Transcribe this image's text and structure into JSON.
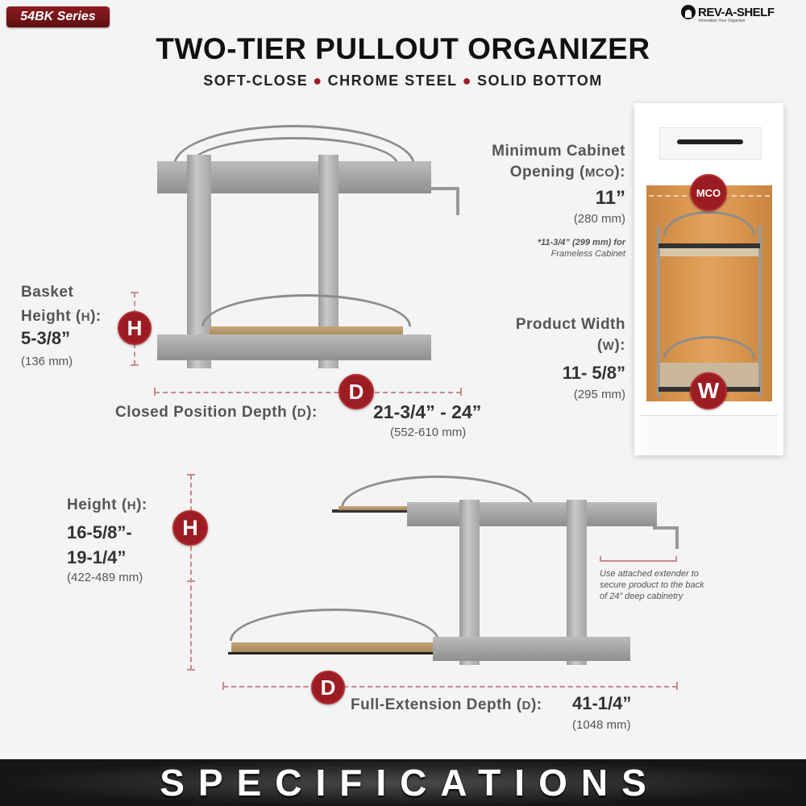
{
  "header": {
    "series_badge": "54BK Series",
    "brand": "REV-A-SHELF",
    "brand_tagline": "Innovation Your Organizer",
    "title": "TWO-TIER PULLOUT ORGANIZER",
    "features": [
      "SOFT-CLOSE",
      "CHROME STEEL",
      "SOLID BOTTOM"
    ]
  },
  "specs": {
    "basket_height": {
      "label_line1": "Basket",
      "label_line2": "Height (",
      "code": "H",
      "label_end": "):",
      "value": "5-3/8”",
      "metric": "(136 mm)"
    },
    "closed_depth": {
      "label": "Closed Position Depth (",
      "code": "D",
      "label_end": "):",
      "value": "21-3/4” - 24”",
      "metric": "(552-610 mm)"
    },
    "mco": {
      "label_line1": "Minimum Cabinet",
      "label_line2": "Opening (",
      "code": "MCO",
      "label_end": "):",
      "value": "11”",
      "metric": "(280 mm)",
      "note_line1": "*11-3/4” (299 mm) for",
      "note_line2": "Frameless Cabinet"
    },
    "product_width": {
      "label_line1": "Product Width",
      "label_line2": "(",
      "code": "W",
      "label_end": "):",
      "value": "11- 5/8”",
      "metric": "(295 mm)"
    },
    "height": {
      "label": "Height (",
      "code": "H",
      "label_end": "):",
      "value_line1": "16-5/8”-",
      "value_line2": "19-1/4”",
      "metric": "(422-489 mm)"
    },
    "extension_depth": {
      "label": "Full-Extension Depth (",
      "code": "D",
      "label_end": "):",
      "value": "41-1/4”",
      "metric": "(1048 mm)"
    },
    "extender_note": [
      "Use attached extender to",
      "secure product to the back",
      "of 24” deep cabinetry"
    ]
  },
  "markers": {
    "h": "H",
    "d": "D",
    "mco": "MCO",
    "w": "W"
  },
  "footer": {
    "banner": "SPECIFICATIONS"
  },
  "colors": {
    "accent": "#9b1c22",
    "dash": "#c98a90",
    "banner": "#1e1e1e",
    "wood": "#e4a35c"
  }
}
